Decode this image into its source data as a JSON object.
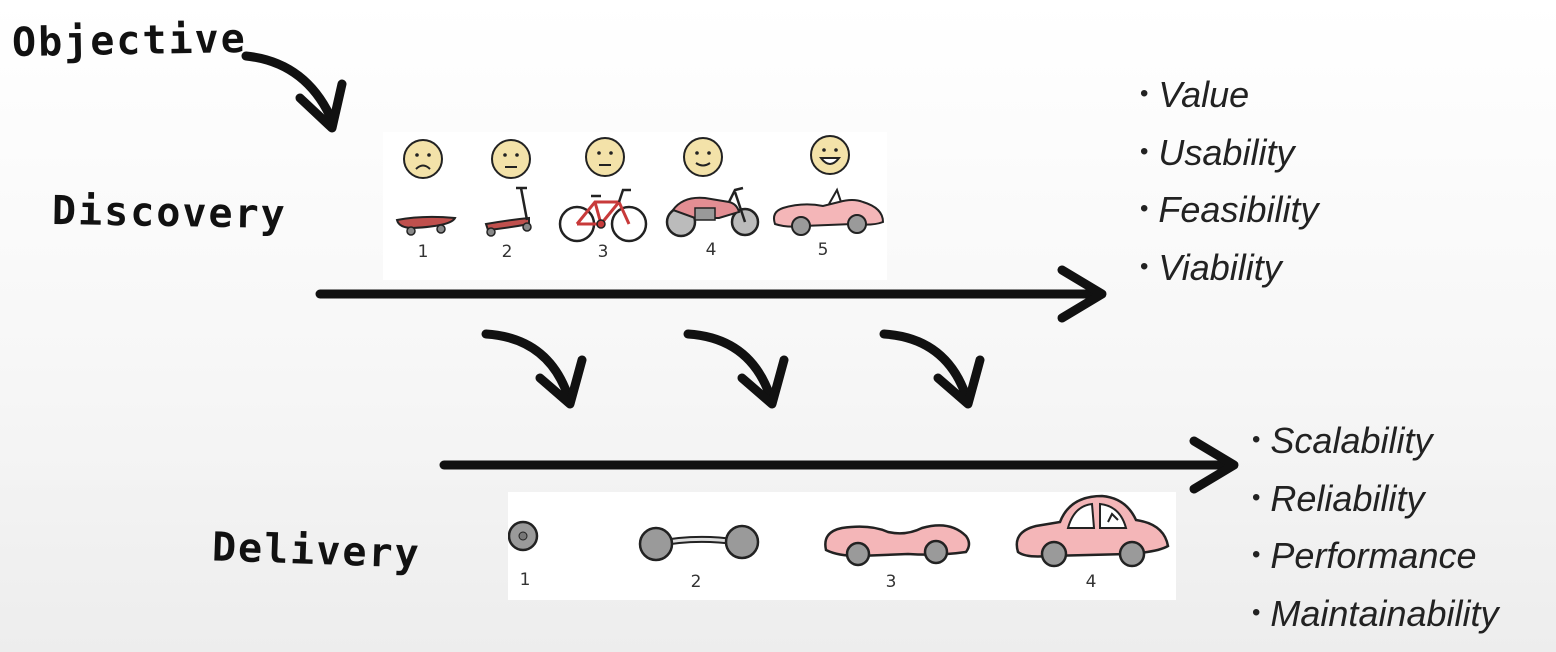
{
  "labels": {
    "objective": "Objective",
    "discovery": "Discovery",
    "delivery": "Delivery"
  },
  "discovery": {
    "steps": [
      {
        "number": "1",
        "vehicle": "skateboard",
        "face": "sad"
      },
      {
        "number": "2",
        "vehicle": "scooter",
        "face": "neutral"
      },
      {
        "number": "3",
        "vehicle": "bicycle",
        "face": "neutral"
      },
      {
        "number": "4",
        "vehicle": "motorcycle",
        "face": "slight-smile"
      },
      {
        "number": "5",
        "vehicle": "convertible-car",
        "face": "happy"
      }
    ],
    "attributes": [
      "Value",
      "Usability",
      "Feasibility",
      "Viability"
    ]
  },
  "delivery": {
    "steps": [
      {
        "number": "1",
        "part": "wheel"
      },
      {
        "number": "2",
        "part": "axle"
      },
      {
        "number": "3",
        "part": "car-body"
      },
      {
        "number": "4",
        "part": "complete-car"
      }
    ],
    "attributes": [
      "Scalability",
      "Reliability",
      "Performance",
      "Maintainability"
    ]
  },
  "colors": {
    "ink": "#111111",
    "face": "#f3e2a9",
    "body": "#f4b6b8",
    "wheel": "#9a9a9a",
    "bike": "#c83a3a"
  }
}
